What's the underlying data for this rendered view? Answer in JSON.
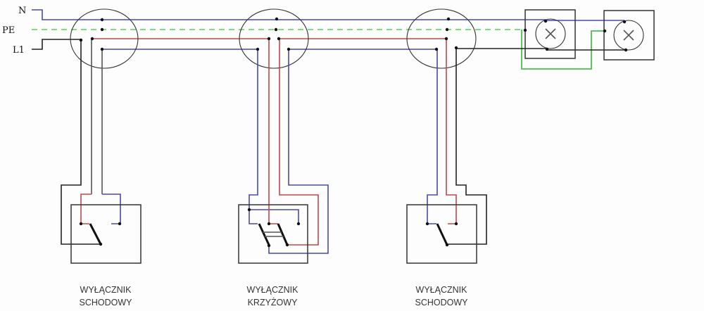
{
  "lines": {
    "neutral": "N",
    "protective_earth": "PE",
    "phase": "L1"
  },
  "switches": [
    {
      "line1": "WYŁĄCZNIK",
      "line2": "SCHODOWY"
    },
    {
      "line1": "WYŁĄCZNIK",
      "line2": "KRZYŻOWY"
    },
    {
      "line1": "WYŁĄCZNIK",
      "line2": "SCHODOWY"
    }
  ],
  "colors": {
    "neutral": "#4a4aa8",
    "protective_earth": "#4cbf4c",
    "phase": "#222222",
    "traveler": "#c04848"
  }
}
